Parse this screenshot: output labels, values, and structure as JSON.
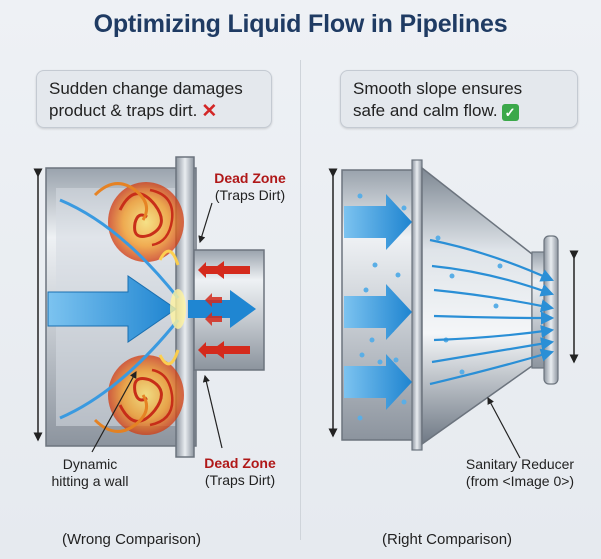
{
  "title": "Optimizing Liquid Flow in Pipelines",
  "left_panel": {
    "caption_line1": "Sudden change damages",
    "caption_line2": "product & traps dirt.",
    "caption_mark": "✕",
    "dead_zone_top_title": "Dead Zone",
    "dead_zone_top_sub": "(Traps Dirt)",
    "dead_zone_bottom_title": "Dead Zone",
    "dead_zone_bottom_sub": "(Traps Dirt)",
    "dynamic_line1": "Dynamic",
    "dynamic_line2": "hitting a wall",
    "comparison_label": "(Wrong Comparison)"
  },
  "right_panel": {
    "caption_line1": "Smooth slope ensures",
    "caption_line2": "safe and calm flow.",
    "caption_mark": "✓",
    "reducer_line1": "Sanitary Reducer",
    "reducer_line2": "(from <Image 0>)",
    "comparison_label": "(Right Comparison)"
  },
  "colors": {
    "title": "#1f3b63",
    "flow_arrow": "#2a8fd6",
    "dead_zone_red": "#b01818",
    "turbulence_orange": "#e8801c",
    "check_green": "#3ba84a",
    "cross_red": "#d32727"
  }
}
